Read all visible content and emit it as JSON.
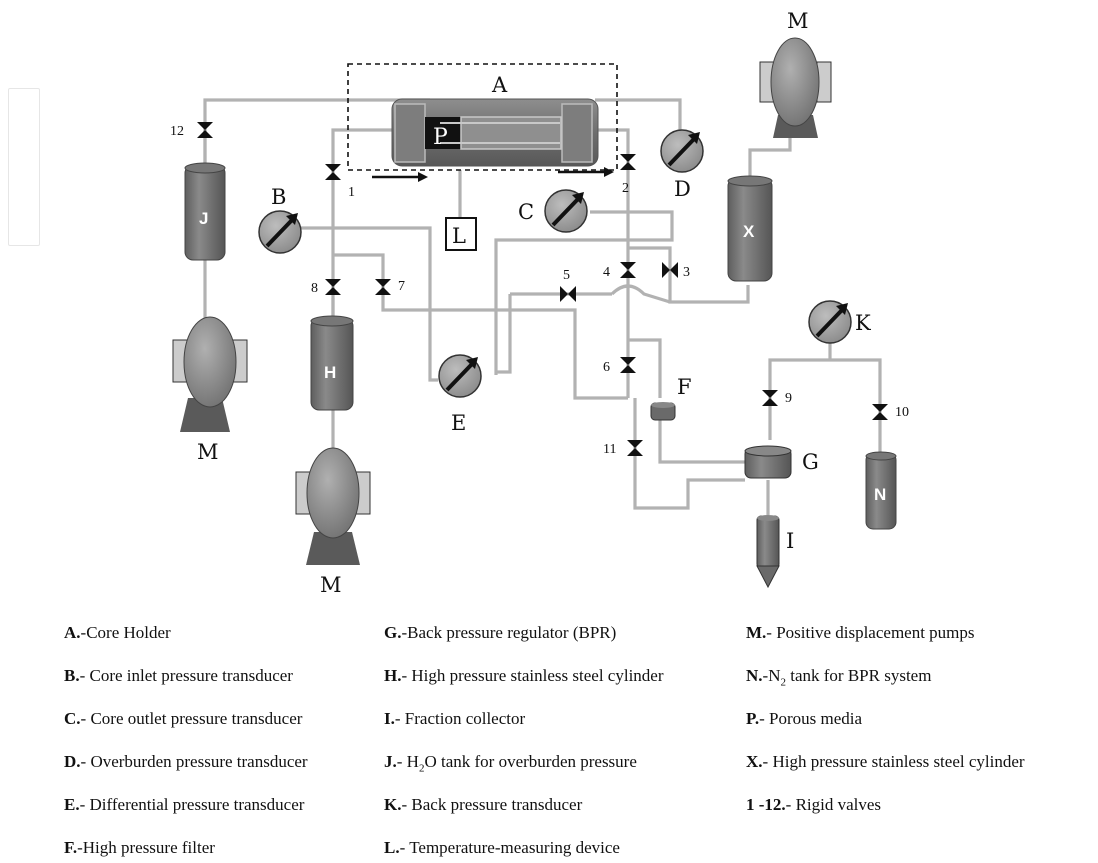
{
  "labels": {
    "A": "A",
    "B": "B",
    "C": "C",
    "D": "D",
    "E": "E",
    "F": "F",
    "G": "G",
    "I": "I",
    "K": "K",
    "L": "L",
    "M_top": "M",
    "M_left": "M",
    "M_bottom": "M",
    "J": "J",
    "H": "H",
    "X": "X",
    "N": "N",
    "P": "P"
  },
  "valves": {
    "v1": "1",
    "v2": "2",
    "v3": "3",
    "v4": "4",
    "v5": "5",
    "v6": "6",
    "v7": "7",
    "v8": "8",
    "v9": "9",
    "v10": "10",
    "v11": "11",
    "v12": "12"
  },
  "legend": {
    "col1": [
      {
        "key": "A.",
        "text": "-Core Holder"
      },
      {
        "key": "B.",
        "text": "- Core inlet pressure transducer"
      },
      {
        "key": "C.",
        "text": "- Core outlet pressure transducer"
      },
      {
        "key": "D.",
        "text": "- Overburden pressure transducer"
      },
      {
        "key": "E.",
        "text": "- Differential pressure transducer"
      },
      {
        "key": "F.",
        "text": "-High pressure filter"
      }
    ],
    "col2": [
      {
        "key": "G.",
        "text": "-Back pressure regulator (BPR)"
      },
      {
        "key": "H.",
        "text": "- High pressure stainless steel cylinder"
      },
      {
        "key": "I.",
        "text": "- Fraction collector"
      },
      {
        "key": "J.",
        "pre": "- H",
        "sub": "2",
        "post": "O tank for overburden pressure"
      },
      {
        "key": "K.",
        "text": "- Back pressure transducer"
      },
      {
        "key": "L.",
        "text": "- Temperature-measuring device"
      }
    ],
    "col3": [
      {
        "key": "M.",
        "text": "- Positive displacement pumps"
      },
      {
        "key": "N.",
        "pre": "-N",
        "sub": "2",
        "post": " tank for BPR system"
      },
      {
        "key": "P.",
        "text": "- Porous media"
      },
      {
        "key": "X.",
        "text": "- High pressure stainless steel cylinder"
      },
      {
        "key": "1 -12.",
        "text": "- Rigid valves"
      }
    ]
  }
}
